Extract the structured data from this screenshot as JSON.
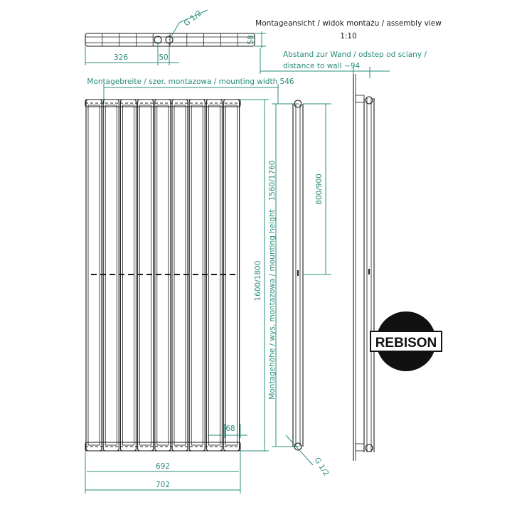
{
  "header": {
    "view_title": "Montageansicht / widok montażu / assembly view",
    "scale": "1:10"
  },
  "wall_distance": {
    "line1": "Abstand zur Wand / odstep od sciany /",
    "line2": "distance to wall ~94"
  },
  "top_view": {
    "connection_label": "G 1/2",
    "dim_half_width": "326",
    "dim_connection_spacing": "50",
    "dim_depth": "58"
  },
  "front_view": {
    "mounting_width_label": "Montagebreite / szer. montazowa / mounting width 546",
    "mounting_height_label": "Montagehöhe / wys. montazowa / mounting height",
    "mounting_height_values": "1560/1760",
    "total_height": "1600/1800",
    "tube_width": "68",
    "width_inner": "692",
    "width_total": "702"
  },
  "side_view": {
    "bracket_spacing": "800/900",
    "connection_label": "G 1/2"
  },
  "logo": {
    "brand": "REBISON"
  }
}
